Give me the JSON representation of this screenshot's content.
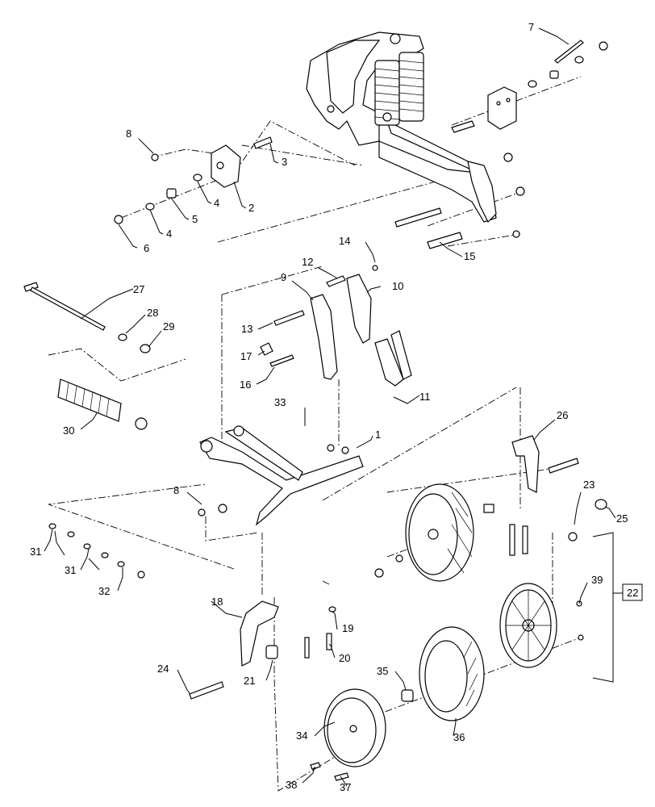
{
  "callouts": {
    "c1": "1",
    "c2": "2",
    "c3": "3",
    "c4a": "4",
    "c4b": "4",
    "c5": "5",
    "c6": "6",
    "c7": "7",
    "c8a": "8",
    "c8b": "8",
    "c9": "9",
    "c10": "10",
    "c11": "11",
    "c12": "12",
    "c13": "13",
    "c14": "14",
    "c15": "15",
    "c16": "16",
    "c17": "17",
    "c18": "18",
    "c19": "19",
    "c20": "20",
    "c21": "21",
    "c22": "22",
    "c23": "23",
    "c24": "24",
    "c25": "25",
    "c26": "26",
    "c27": "27",
    "c28": "28",
    "c29": "29",
    "c30": "30",
    "c31a": "31",
    "c31b": "31",
    "c32": "32",
    "c33": "33",
    "c34": "34",
    "c35": "35",
    "c36": "36",
    "c37": "37",
    "c38": "38",
    "c39": "39"
  }
}
